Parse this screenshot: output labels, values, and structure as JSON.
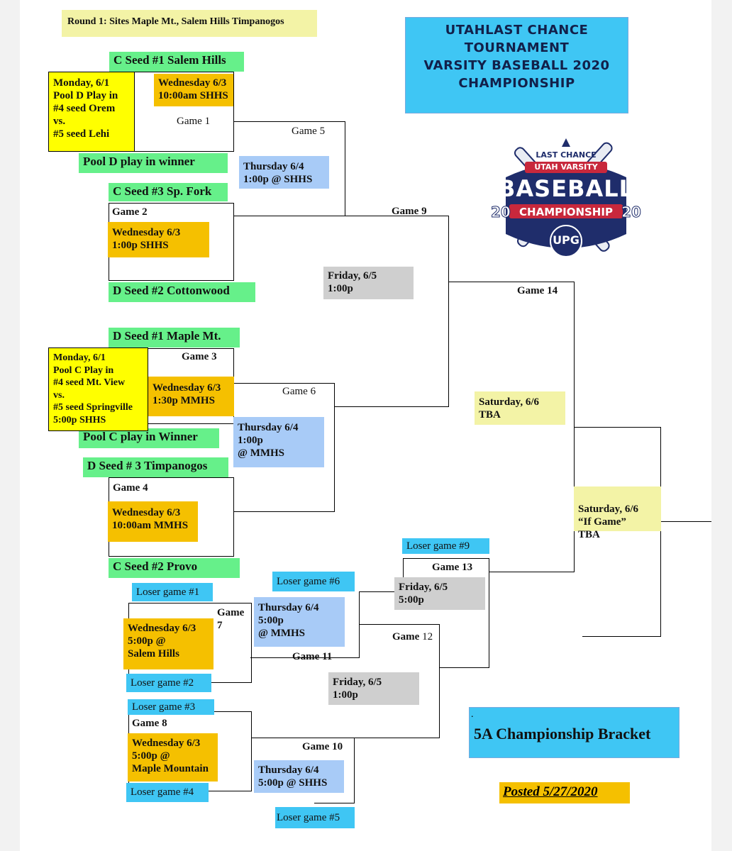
{
  "round_note": "Round 1:  Sites Maple Mt., Salem Hills  Timpanogos",
  "title": "UTAHLAST CHANCE\nTOURNAMENT\nVARSITY BASEBALL 2020\nCHAMPIONSHIP",
  "logo": {
    "top": "LAST CHANCE",
    "banner": "UTAH VARSITY",
    "main": "BASEBALL",
    "sub": "CHAMPIONSHIP",
    "left_year": "20",
    "right_year": "20",
    "bottom": "UPG"
  },
  "seeds": {
    "c1": "C Seed #1 Salem Hills",
    "pool_d_winner": "Pool D play in winner",
    "c3": "C Seed #3 Sp. Fork",
    "d2": "D Seed  #2  Cottonwood",
    "d1": "D Seed #1 Maple Mt.",
    "pool_c_winner": "Pool C play in Winner",
    "d3": "D Seed  # 3 Timpanogos",
    "c2": "C Seed  #2  Provo"
  },
  "playins": {
    "pool_d": "Monday, 6/1\nPool D Play in\n#4 seed  Orem\nvs.\n#5 seed  Lehi",
    "pool_c": "Monday, 6/1\nPool C Play in\n#4 seed Mt. View\nvs.\n#5 seed Springville\n5:00p  SHHS"
  },
  "schedules": {
    "g1": "Wednesday 6/3\n10:00am SHHS",
    "g2": "Wednesday 6/3\n1:00p SHHS",
    "g3": "Wednesday 6/3\n1:30p  MMHS",
    "g4": "Wednesday 6/3\n10:00am  MMHS",
    "g5": "Thursday  6/4\n1:00p  @ SHHS",
    "g6": "Thursday  6/4\n1:00p\n@  MMHS",
    "g9": "Friday, 6/5\n1:00p",
    "g14": "Saturday, 6/6\nTBA",
    "g15": "Saturday, 6/6\n“If Game”\nTBA",
    "g7": "Wednesday 6/3\n5:00p  @\nSalem Hills",
    "g8": "Wednesday 6/3\n5:00p  @\nMaple Mountain",
    "g11": "Thursday  6/4\n5:00p\n@ MMHS",
    "g10": "Thursday  6/4\n5:00p  @ SHHS",
    "g12": "Friday, 6/5\n1:00p",
    "g13": "Friday, 6/5\n5:00p"
  },
  "games": {
    "g1": "Game 1",
    "g2": "Game 2",
    "g3": "Game 3",
    "g4": "Game 4",
    "g5": "Game 5",
    "g6": "Game 6",
    "g7a": "Game",
    "g7b": "7",
    "g8": "Game 8",
    "g9": "Game 9",
    "g10": "Game 10",
    "g11": "Game 11",
    "g12": "Game",
    "g12n": "12",
    "g13": "Game 13",
    "g14": "Game 14"
  },
  "losers": {
    "l9": "Loser game #9",
    "l1": "Loser  game  #1",
    "l6": "Loser game #6",
    "l2": "Loser  game  #2",
    "l3": "Loser game #3",
    "l4": "Loser game #4",
    "l5": "Loser game #5"
  },
  "footer": {
    "dot": ".",
    "bracket": "5A Championship Bracket",
    "posted": "Posted 5/27/2020"
  },
  "colors": {
    "green": "#66f08a",
    "orange": "#f5c000",
    "light_blue": "#a8cbf7",
    "cyan": "#3fc6f4",
    "grey": "#cfcfcf",
    "pale_yellow": "#f3f3a6",
    "yellow": "#ffff00",
    "navy": "#1f2d6b",
    "red": "#c8283c"
  }
}
